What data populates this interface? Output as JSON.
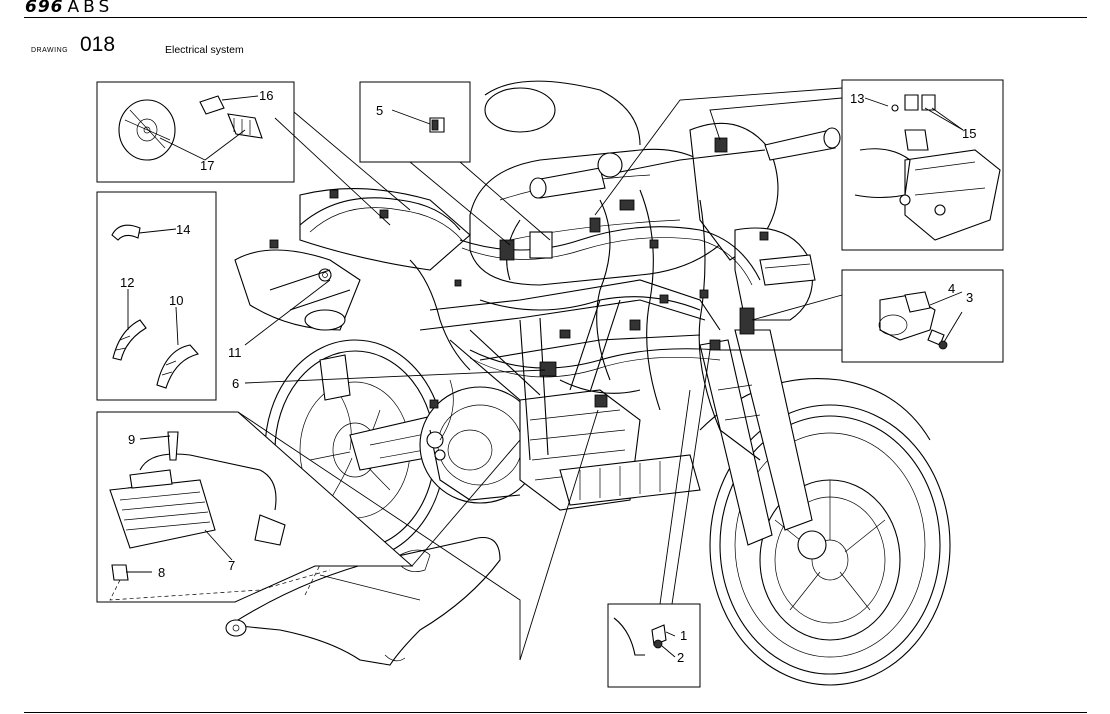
{
  "header": {
    "model_number": "696",
    "model_suffix": "ABS"
  },
  "drawing": {
    "label": "DRAWING",
    "number": "018",
    "title": "Electrical system"
  },
  "callouts": [
    "1",
    "2",
    "3",
    "4",
    "5",
    "6",
    "7",
    "8",
    "9",
    "10",
    "11",
    "12",
    "13",
    "14",
    "15",
    "16",
    "17"
  ]
}
